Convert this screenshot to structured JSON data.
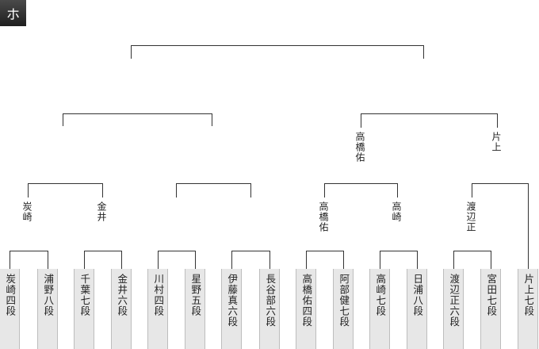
{
  "block_label": "ホ",
  "players": [
    "炭崎四段",
    "浦野八段",
    "千葉七段",
    "金井六段",
    "川村四段",
    "星野五段",
    "伊藤真六段",
    "長谷部六段",
    "高橋佑四段",
    "阿部健七段",
    "高崎七段",
    "日浦八段",
    "渡辺正六段",
    "宮田七段",
    "片上七段"
  ],
  "round1_winners": [
    "炭崎",
    "金井",
    "",
    "",
    "高橋佑",
    "高崎",
    "渡辺正"
  ],
  "round2_winners": [
    "",
    "",
    "高橋佑",
    "片上"
  ]
}
